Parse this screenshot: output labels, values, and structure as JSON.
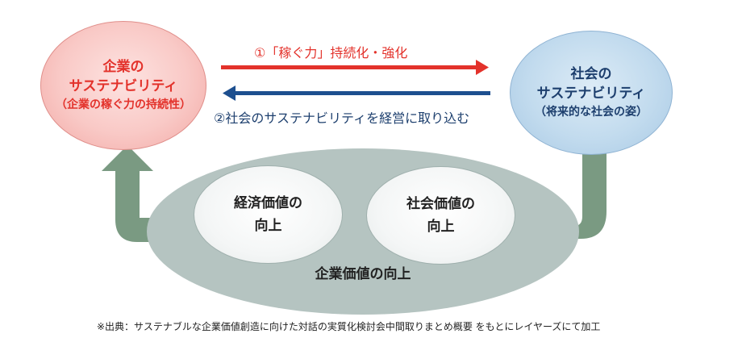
{
  "left_circle": {
    "line1": "企業の",
    "line2": "サステナビリティ",
    "line3": "（企業の稼ぐ力の持続性）"
  },
  "right_circle": {
    "line1": "社会の",
    "line2": "サステナビリティ",
    "line3": "（将来的な社会の姿）"
  },
  "arrows": {
    "red_label": "①「稼ぐ力」持続化・強化",
    "blue_label": "②社会のサステナビリティを経営に取り込む",
    "red_color": "#e3322b",
    "blue_color": "#1d4f8f",
    "green_color": "#7a9a82"
  },
  "inner_left": {
    "line1": "経済価値の",
    "line2": "向上"
  },
  "inner_right": {
    "line1": "社会価値の",
    "line2": "向上"
  },
  "big_ellipse_label": "企業価値の向上",
  "source_note": "※出典：サステナブルな企業価値創造に向けた対話の実質化検討会中間取りまとめ概要 をもとにレイヤーズにて加工"
}
